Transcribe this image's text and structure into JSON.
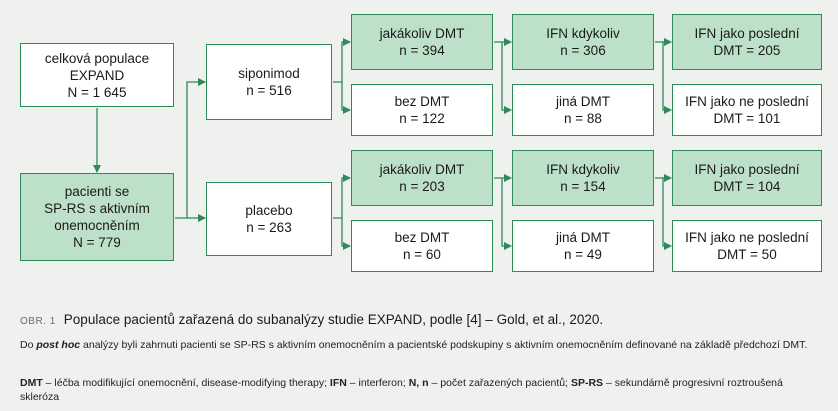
{
  "boxes": {
    "population": {
      "line1": "celková populace",
      "line2": "EXPAND",
      "line3": "N = 1 645"
    },
    "sprs": {
      "line1": "pacienti se",
      "line2": "SP-RS s aktivním",
      "line3": "onemocněním",
      "line4": "N = 779"
    },
    "siponimod": {
      "line1": "siponimod",
      "line2": "n = 516"
    },
    "placebo": {
      "line1": "placebo",
      "line2": "n = 263"
    },
    "sipo_any_dmt": {
      "line1": "jakákoliv DMT",
      "line2": "n = 394"
    },
    "sipo_no_dmt": {
      "line1": "bez DMT",
      "line2": "n = 122"
    },
    "plac_any_dmt": {
      "line1": "jakákoliv DMT",
      "line2": "n = 203"
    },
    "plac_no_dmt": {
      "line1": "bez DMT",
      "line2": "n = 60"
    },
    "sipo_ifn_ever": {
      "line1": "IFN kdykoliv",
      "line2": "n = 306"
    },
    "sipo_other_dmt": {
      "line1": "jiná DMT",
      "line2": "n = 88"
    },
    "plac_ifn_ever": {
      "line1": "IFN kdykoliv",
      "line2": "n = 154"
    },
    "plac_other_dmt": {
      "line1": "jiná DMT",
      "line2": "n = 49"
    },
    "sipo_ifn_last": {
      "line1": "IFN jako poslední",
      "line2": "DMT = 205"
    },
    "sipo_ifn_not_last": {
      "line1": "IFN jako ne poslední",
      "line2": "DMT = 101"
    },
    "plac_ifn_last": {
      "line1": "IFN jako poslední",
      "line2": "DMT = 104"
    },
    "plac_ifn_not_last": {
      "line1": "IFN jako ne poslední",
      "line2": "DMT = 50"
    }
  },
  "caption": {
    "label": "OBR. 1",
    "text": "Populace pacientů zařazená do subanalýzy studie EXPAND, podle [4] – Gold, et al., 2020."
  },
  "note1": {
    "pre": "Do ",
    "em": "post hoc",
    "post": " analýzy byli zahrnuti pacienti se SP-RS s aktivním onemocněním a pacientské podskupiny s aktivním onemocněním definované na základě předchozí DMT."
  },
  "note2": {
    "t1": "DMT",
    "d1": " – léčba modifikující onemocnění, disease-modifying therapy; ",
    "t2": "IFN",
    "d2": " – interferon; ",
    "t3": "N, n",
    "d3": " – počet zařazených pacientů; ",
    "t4": "SP-RS",
    "d4": " – sekundárně progresivní roztroušená skleróza"
  },
  "colors": {
    "border": "#2d8b57",
    "highlight": "#bde0c8",
    "background": "#eef1ed"
  }
}
